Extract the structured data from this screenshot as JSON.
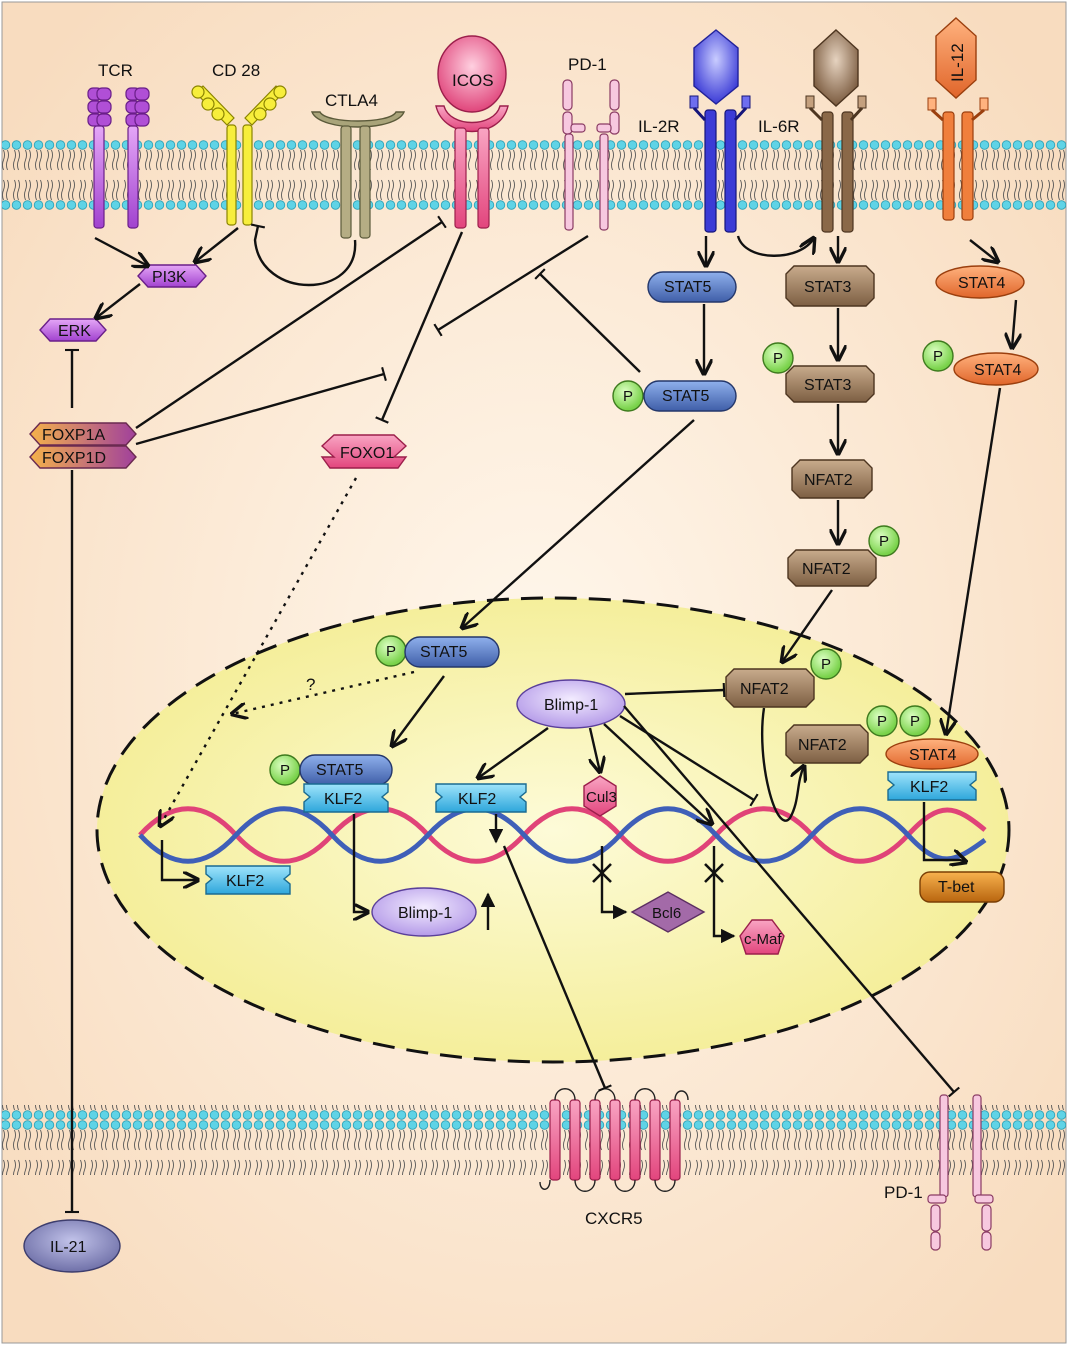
{
  "receptors": {
    "tcr": "TCR",
    "cd28": "CD 28",
    "ctla4": "CTLA4",
    "icos": "ICOS",
    "pd1_top": "PD-1",
    "il2r": "IL-2R",
    "il6r": "IL-6R",
    "il12": "IL-12",
    "cxcr5": "CXCR5",
    "pd1_bottom": "PD-1"
  },
  "cytoplasm": {
    "pi3k": "PI3K",
    "erk": "ERK",
    "foxp1a": "FOXP1A",
    "foxp1d": "FOXP1D",
    "foxo1": "FOXO1",
    "il21": "IL-21",
    "stat5": "STAT5",
    "pstat5": "STAT5",
    "stat3": "STAT3",
    "pstat3": "STAT3",
    "nfat2": "NFAT2",
    "pnfat2": "NFAT2",
    "stat4": "STAT4",
    "pstat4": "STAT4"
  },
  "nucleus": {
    "pstat5": "STAT5",
    "question": "?",
    "blimp1": "Blimp-1",
    "nfat2_p": "NFAT2",
    "nfat2": "NFAT2",
    "stat5_klf2_stat5": "STAT5",
    "stat5_klf2_klf2": "KLF2",
    "klf2_mid": "KLF2",
    "cul3": "Cul3",
    "stat4_right": "STAT4",
    "klf2_right": "KLF2",
    "klf2_product": "KLF2",
    "blimp1_product": "Blimp-1",
    "bcl6": "Bcl6",
    "cmaf": "c-Maf",
    "tbet": "T-bet"
  },
  "phospho": "P",
  "colors": {
    "cell_bg": "#fbe3c8",
    "nucleus": "#f7f29c",
    "membrane_head": "#5fd3e6",
    "pink": "#e0457b",
    "stat5": "#5a78c0",
    "stat3": "#9a7a5c",
    "stat4": "#f07f3c",
    "klf2": "#4fc3ea",
    "phospho": "#a6e87a",
    "purple": "#b04fd6",
    "blimp": "#cbb6f0"
  }
}
